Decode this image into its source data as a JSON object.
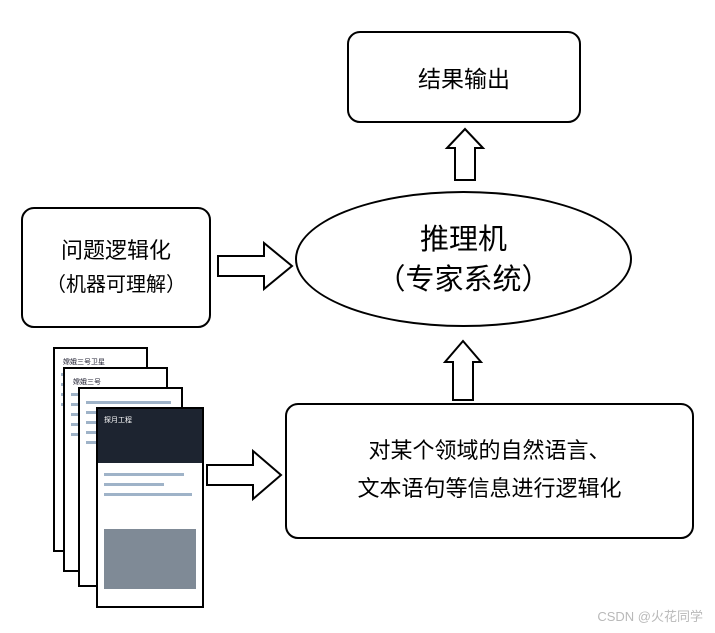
{
  "diagram": {
    "output_box": {
      "label": "结果输出"
    },
    "problem_box": {
      "line1": "问题逻辑化",
      "line2": "（机器可理解）"
    },
    "inference_engine": {
      "line1": "推理机",
      "line2": "（专家系统）"
    },
    "language_box": {
      "line1": "对某个领域的自然语言、",
      "line2": "文本语句等信息进行逻辑化"
    },
    "document_stack": {
      "doc1_title": "嫦娥三号卫星",
      "doc2_title": "嫦娥三号",
      "doc4_header": "探月工程"
    }
  },
  "watermark": "CSDN @火花同学",
  "colors": {
    "stroke": "#000000",
    "background": "#ffffff",
    "doc_screen": "#1d2430"
  }
}
